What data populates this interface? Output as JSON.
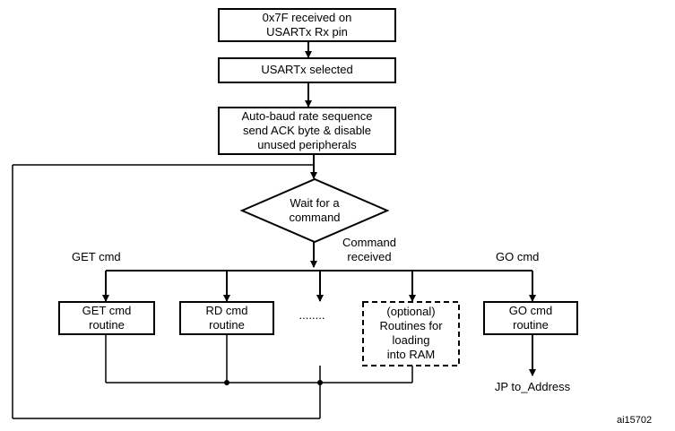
{
  "nodes": {
    "start": "0x7F received on\nUSARTx Rx pin",
    "selected": "USARTx selected",
    "autobaud": "Auto-baud rate sequence\nsend ACK byte & disable\nunused peripherals",
    "wait": "Wait for a\ncommand",
    "get_routine": "GET cmd\nroutine",
    "rd_routine": "RD cmd\nroutine",
    "dots": "........",
    "ram_routines": "(optional)\nRoutines for\nloading\ninto RAM",
    "go_routine": "GO cmd\nroutine",
    "jump": "JP to_Address"
  },
  "labels": {
    "get_cmd": "GET cmd",
    "command_received": "Command\nreceived",
    "go_cmd": "GO cmd"
  },
  "figure_id": "ai15702"
}
